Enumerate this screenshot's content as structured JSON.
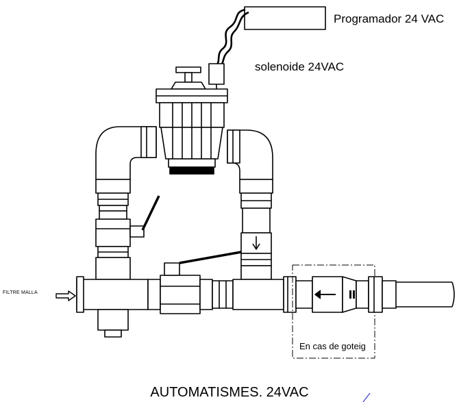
{
  "labels": {
    "controller": "Programador 24 VAC",
    "solenoid": "solenoide 24VAC",
    "filter": "FILTRE MALLA",
    "drip": "En cas de goteig",
    "title": "AUTOMATISMES. 24VAC"
  },
  "colors": {
    "line": "#000000",
    "background": "#ffffff"
  }
}
